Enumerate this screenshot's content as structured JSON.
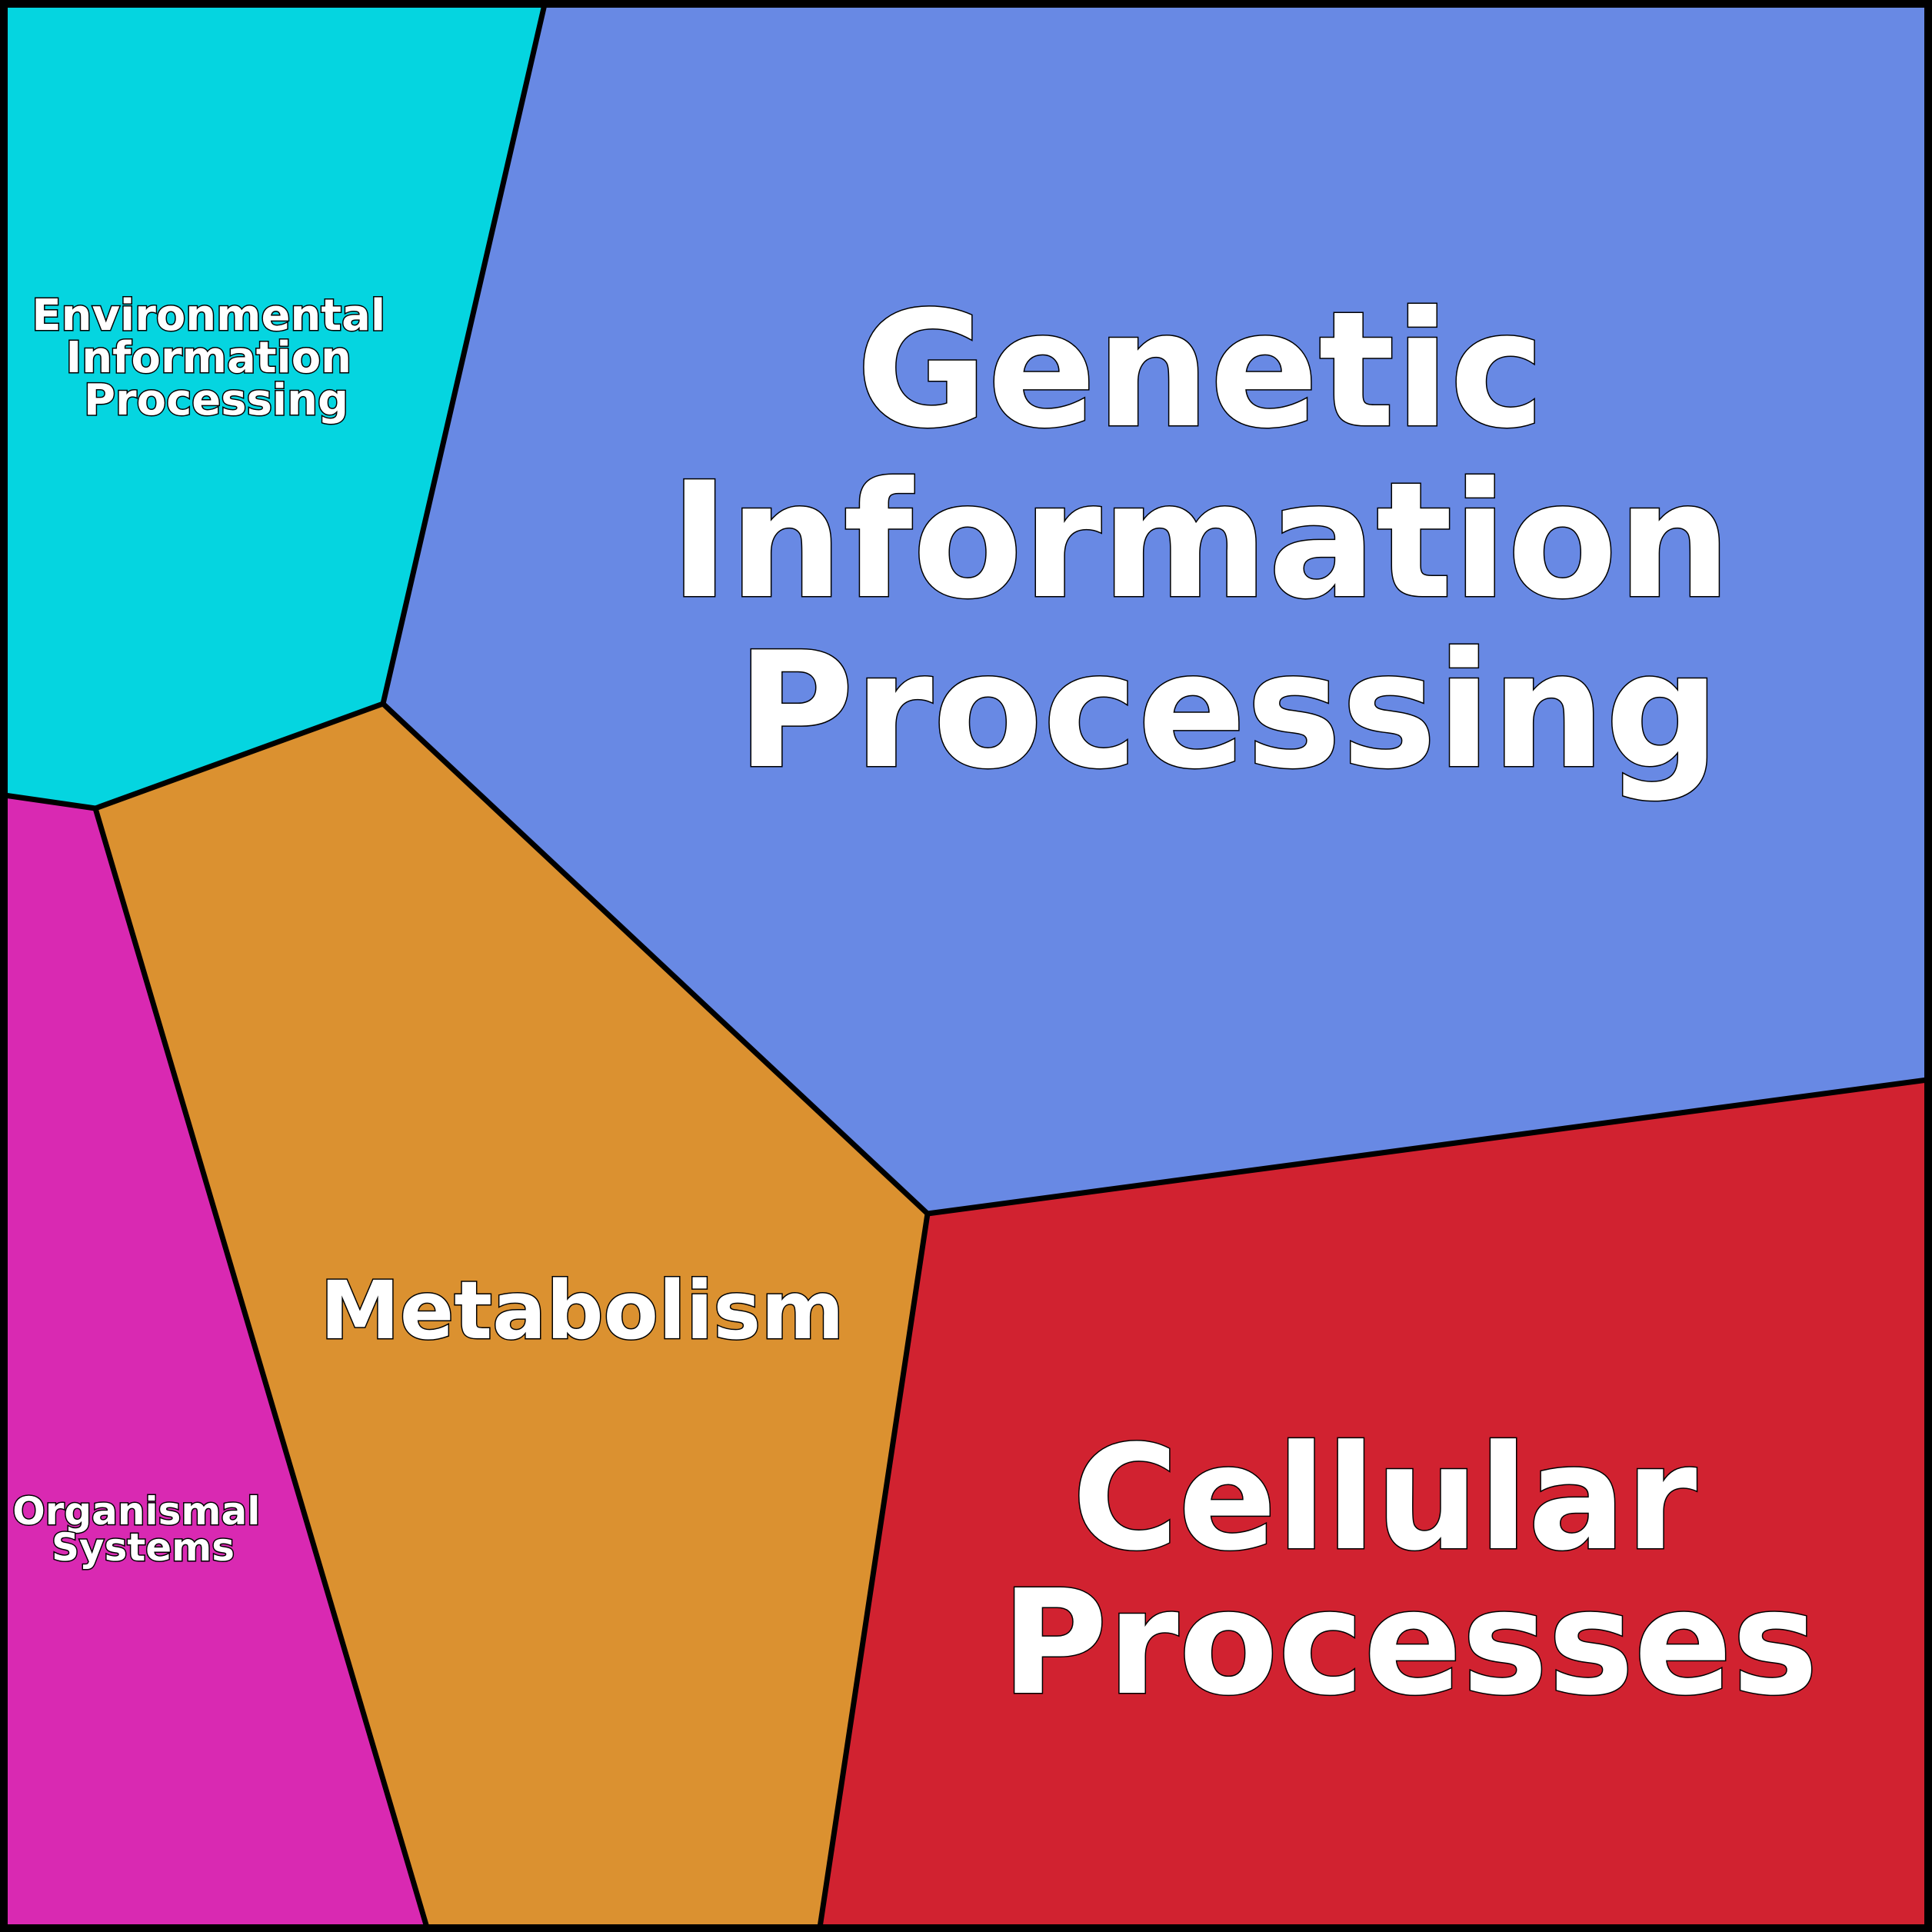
{
  "regions": [
    {
      "id": "environmental",
      "label_lines": [
        "Environmental",
        "Information",
        "Processing"
      ],
      "color": "#05d5e0"
    },
    {
      "id": "genetic",
      "label_lines": [
        "Genetic",
        "Information",
        "Processing"
      ],
      "color": "#6889e4"
    },
    {
      "id": "metabolism",
      "label_lines": [
        "Metabolism"
      ],
      "color": "#db9130"
    },
    {
      "id": "organismal",
      "label_lines": [
        "Organismal",
        "Systems"
      ],
      "color": "#d929b2"
    },
    {
      "id": "cellular",
      "label_lines": [
        "Cellular",
        "Processes"
      ],
      "color": "#d12230"
    }
  ],
  "colors": {
    "border": "#000000",
    "label_text": "#ffffff",
    "label_outline": "#000000"
  }
}
